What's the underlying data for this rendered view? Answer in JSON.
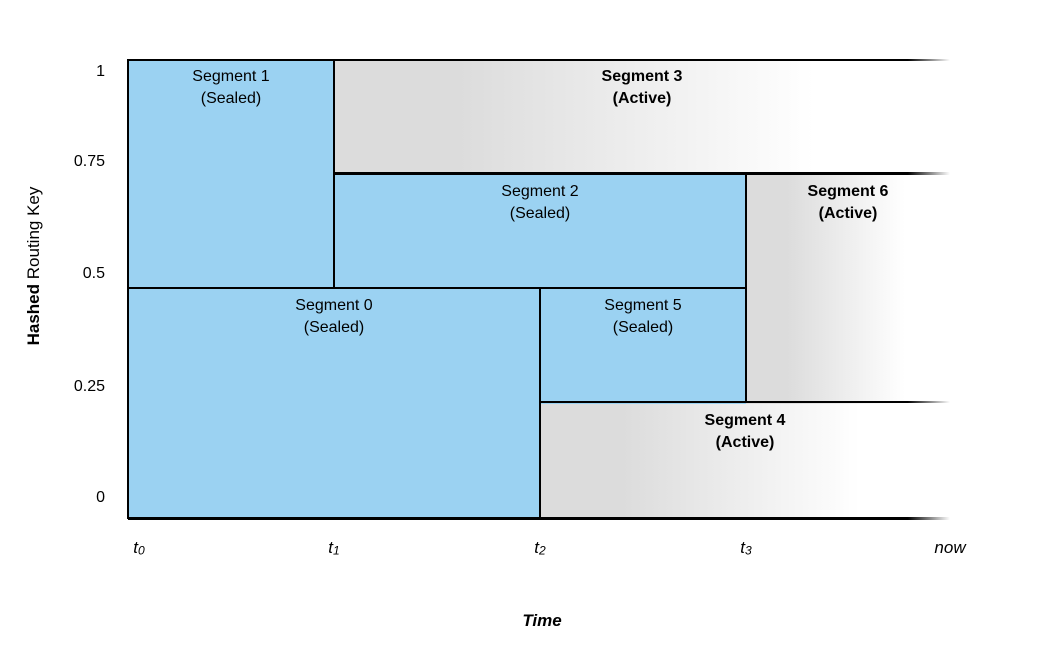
{
  "figure": {
    "y_axis": {
      "title_bold": "Hashed",
      "title_regular": " Routing Key",
      "ticks": [
        {
          "label": "1",
          "value": 1
        },
        {
          "label": "0.75",
          "value": 0.75
        },
        {
          "label": "0.5",
          "value": 0.5
        },
        {
          "label": "0.25",
          "value": 0.25
        },
        {
          "label": "0",
          "value": 0
        }
      ]
    },
    "x_axis": {
      "title": "Time",
      "ticks": [
        {
          "base": "t",
          "sub": "0",
          "key": "t0"
        },
        {
          "base": "t",
          "sub": "1",
          "key": "t1"
        },
        {
          "base": "t",
          "sub": "2",
          "key": "t2"
        },
        {
          "base": "t",
          "sub": "3",
          "key": "t3"
        },
        {
          "base": "now",
          "sub": "",
          "key": "now"
        }
      ]
    },
    "segments": [
      {
        "name": "Segment 1",
        "status": "(Sealed)",
        "state": "sealed",
        "start": "t0",
        "end": "t1",
        "key_low": 0.5,
        "key_high": 1
      },
      {
        "name": "Segment 3",
        "status": "(Active)",
        "state": "active",
        "start": "t1",
        "end": "now",
        "key_low": 0.75,
        "key_high": 1
      },
      {
        "name": "Segment 2",
        "status": "(Sealed)",
        "state": "sealed",
        "start": "t1",
        "end": "t3",
        "key_low": 0.5,
        "key_high": 0.75
      },
      {
        "name": "Segment 6",
        "status": "(Active)",
        "state": "active",
        "start": "t3",
        "end": "now",
        "key_low": 0.25,
        "key_high": 0.75
      },
      {
        "name": "Segment 0",
        "status": "(Sealed)",
        "state": "sealed",
        "start": "t0",
        "end": "t2",
        "key_low": 0,
        "key_high": 0.5
      },
      {
        "name": "Segment 5",
        "status": "(Sealed)",
        "state": "sealed",
        "start": "t2",
        "end": "t3",
        "key_low": 0.25,
        "key_high": 0.5
      },
      {
        "name": "Segment 4",
        "status": "(Active)",
        "state": "active",
        "start": "t2",
        "end": "now",
        "key_low": 0,
        "key_high": 0.25
      }
    ],
    "colors": {
      "sealed_fill": "#9bd2f2",
      "active_fill": "#dcdcdc",
      "active_fade": "#ffffff",
      "line": "#000000",
      "background": "#ffffff"
    }
  }
}
